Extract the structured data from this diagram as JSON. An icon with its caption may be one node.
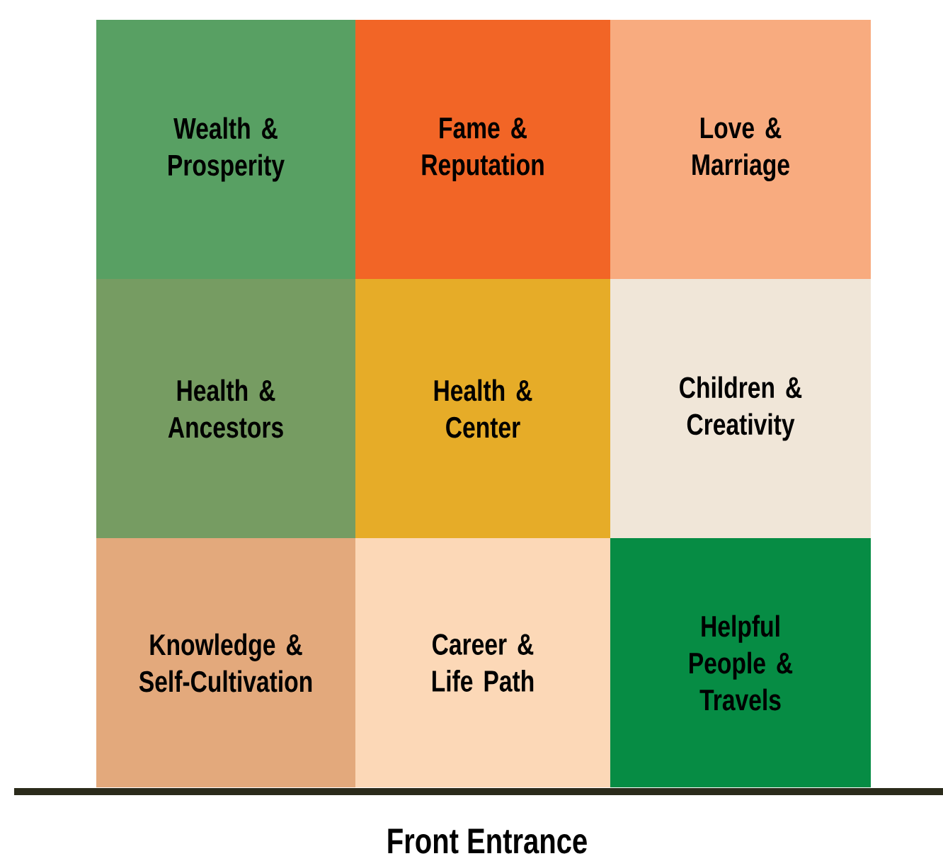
{
  "diagram": {
    "nodes": [
      {
        "text": [
          "Wealth & Prosperity"
        ]
      },
      {
        "text": [
          "Fame & Reputation"
        ]
      },
      {
        "text": [
          "Love & Marriage"
        ]
      },
      {
        "text": [
          "Health & Ancestors"
        ]
      },
      {
        "text": [
          "Health & Center"
        ]
      },
      {
        "text": [
          "Children & Creativity"
        ]
      },
      {
        "text": [
          "Knowledge & Self-Cultivation"
        ]
      },
      {
        "text": [
          "Career & Life Path"
        ]
      },
      {
        "text": [
          "Helpful People & Travels"
        ]
      }
    ],
    "edges": [],
    "labels": [
      "Front Entrance"
    ]
  }
}
